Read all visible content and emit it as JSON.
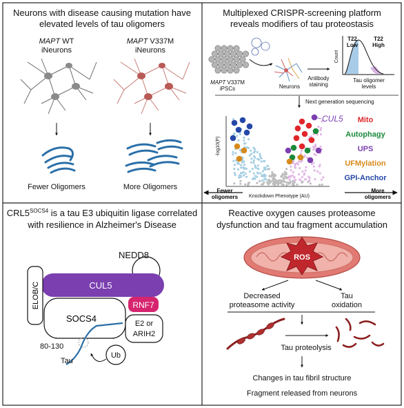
{
  "panel1": {
    "title_line1": "Neurons with disease causing mutation have",
    "title_line2": "elevated levels of tau oligomers",
    "wt_gene": "MAPT",
    "wt_variant": " WT",
    "wt_cell": "iNeurons",
    "mut_gene": "MAPT",
    "mut_variant": " V337M",
    "mut_cell": "iNeurons",
    "wt_result": "Fewer Oligomers",
    "mut_result": "More Oligomers"
  },
  "panel2": {
    "title_line1": "Multiplexed CRISPR-screening platform",
    "title_line2": "reveals modifiers of tau proteostasis",
    "ipsc_gene": "MAPT",
    "ipsc_variant": " V337M",
    "ipsc_cell": "iPSCs",
    "neurons": "Neurons",
    "antibody_line1": "Antibody",
    "antibody_line2": "staining",
    "count_label": "Count",
    "t22_low_a": "T22",
    "t22_low_b": "Low",
    "t22_high_a": "T22",
    "t22_high_b": "High",
    "tau_levels_line1": "Tau oligomer",
    "tau_levels_line2": "levels",
    "ngs": "Next generation sequencing",
    "ylabel": "-log10(P)",
    "xlabel": "Knockdown Phenotype (AU)",
    "gene_highlight": "CUL5",
    "fewer_line1": "Fewer",
    "fewer_line2": "oligomers",
    "more_line1": "More",
    "more_line2": "oligomers",
    "legend": [
      {
        "label": "Mito",
        "color": "#e0262b"
      },
      {
        "label": "Autophagy",
        "color": "#1a8a3a"
      },
      {
        "label": "UPS",
        "color": "#7b3fb0"
      },
      {
        "label": "UFMylation",
        "color": "#d68a1c"
      },
      {
        "label": "GPI-Anchor",
        "color": "#2447a8"
      }
    ]
  },
  "panel3": {
    "title_line1_a": "CRL5",
    "title_line1_sup": "SOCS4",
    "title_line1_b": " is a tau E3 ubiquitin ligase correlated",
    "title_line2": "with resilience in Alzheimer's Disease",
    "nedd8": "NEDD8",
    "cul5": "CUL5",
    "elob": "ELOB/C",
    "socs4": "SOCS4",
    "rnf7": "RNF7",
    "e2_line1": "E2 or",
    "e2_line2": "ARIH2",
    "range": "80-130",
    "tau": "Tau",
    "ub": "Ub"
  },
  "panel4": {
    "title_line1": "Reactive oxygen causes proteasome",
    "title_line2": "dysfunction and tau fragment accumulation",
    "ros": "ROS",
    "decreased_line1": "Decreased",
    "decreased_line2": "proteasome activity",
    "oxidation_line1": "Tau",
    "oxidation_line2": "oxidation",
    "proteolysis": "Tau proteolysis",
    "fibril": "Changes in tau fibril structure",
    "fragment": "Fragment released from neurons"
  },
  "colors": {
    "cul5": "#7b3fb0",
    "rnf7": "#d6246e",
    "tau_blue": "#2a6fa8",
    "mito": "#e07a72",
    "ros": "#c0272d",
    "fibril": "#8b2020"
  }
}
